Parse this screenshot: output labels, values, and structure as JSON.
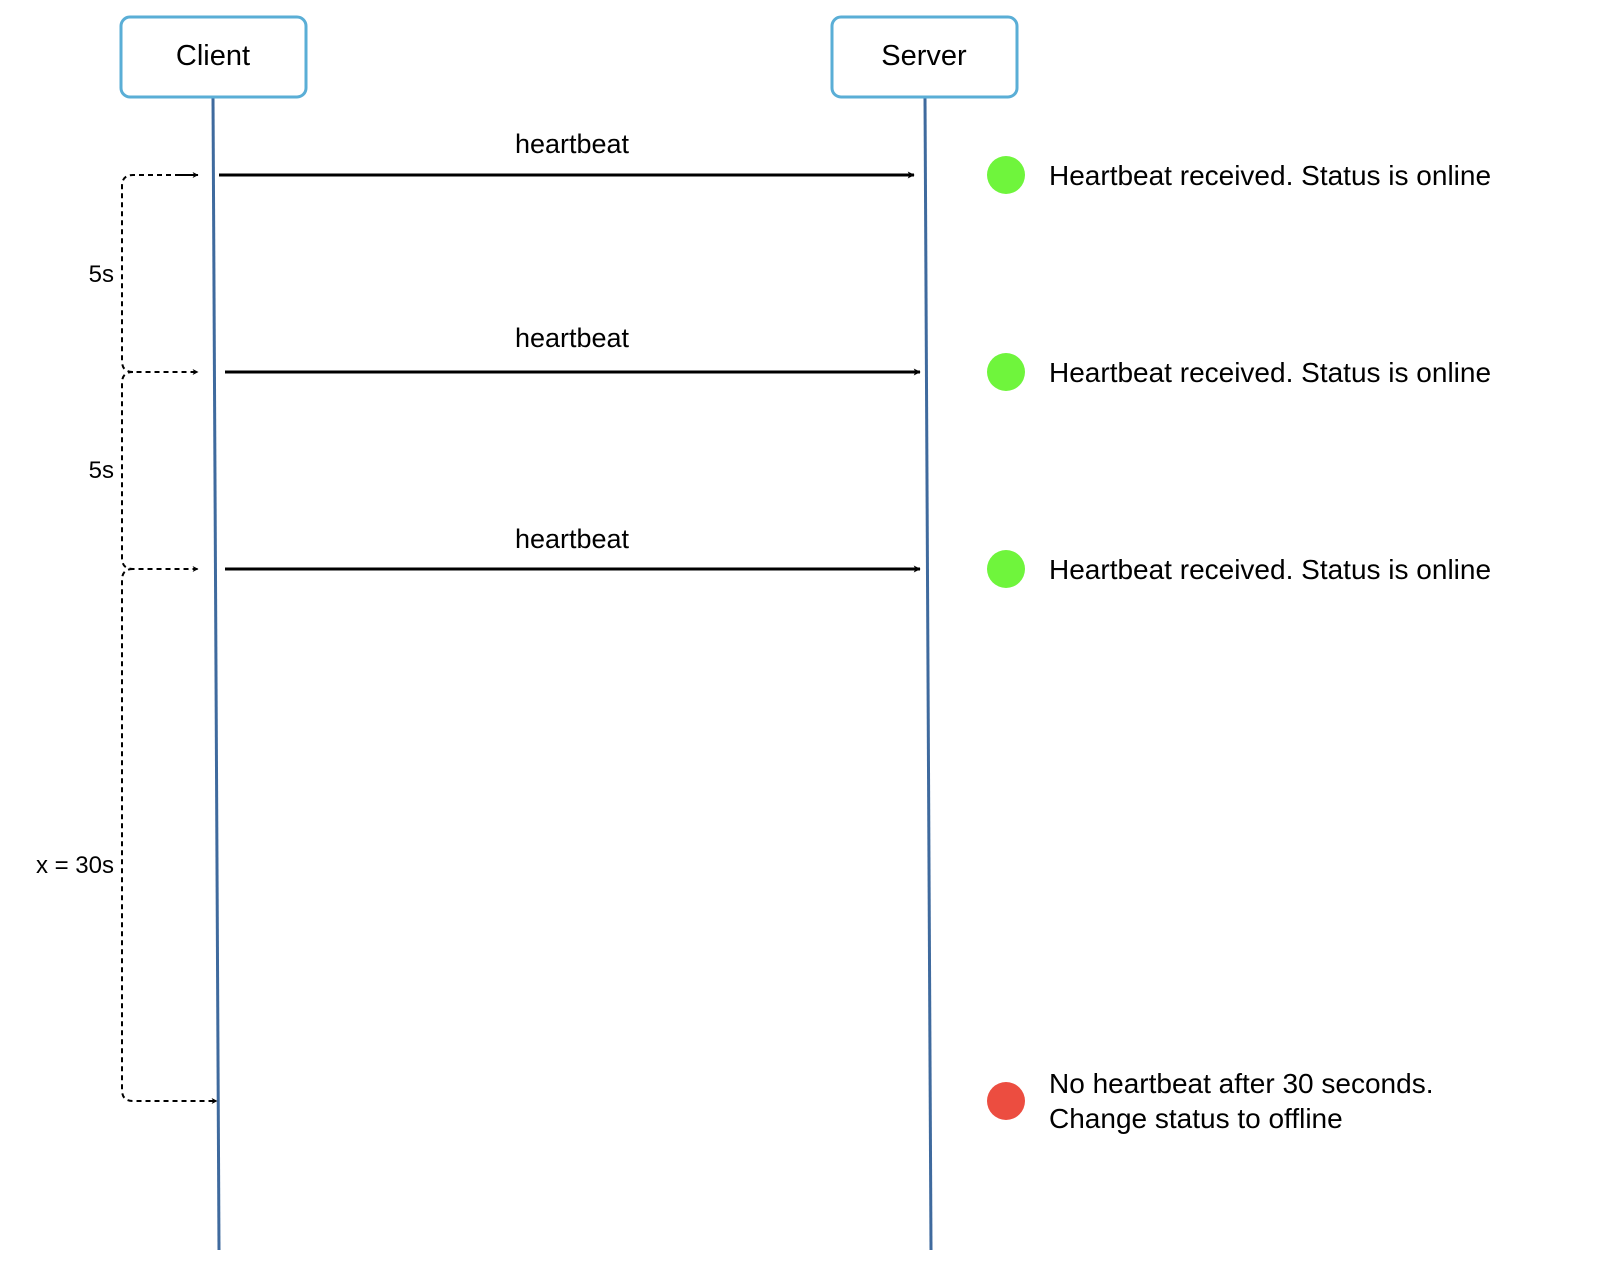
{
  "actors": {
    "client": {
      "label": "Client"
    },
    "server": {
      "label": "Server"
    }
  },
  "messages": [
    {
      "label": "heartbeat"
    },
    {
      "label": "heartbeat"
    },
    {
      "label": "heartbeat"
    }
  ],
  "intervals": [
    {
      "label": "5s"
    },
    {
      "label": "5s"
    },
    {
      "label": "x = 30s"
    }
  ],
  "statuses": [
    {
      "text": "Heartbeat received. Status is online",
      "state": "online"
    },
    {
      "text": "Heartbeat received. Status is online",
      "state": "online"
    },
    {
      "text": "Heartbeat received. Status is online",
      "state": "online"
    },
    {
      "line1": "No heartbeat after 30 seconds.",
      "line2": "Change status to offline",
      "state": "offline"
    }
  ],
  "colors": {
    "actor_border": "#5aaed6",
    "lifeline": "#3f6a9e",
    "online": "#6ff53c",
    "offline": "#ec4d40"
  }
}
